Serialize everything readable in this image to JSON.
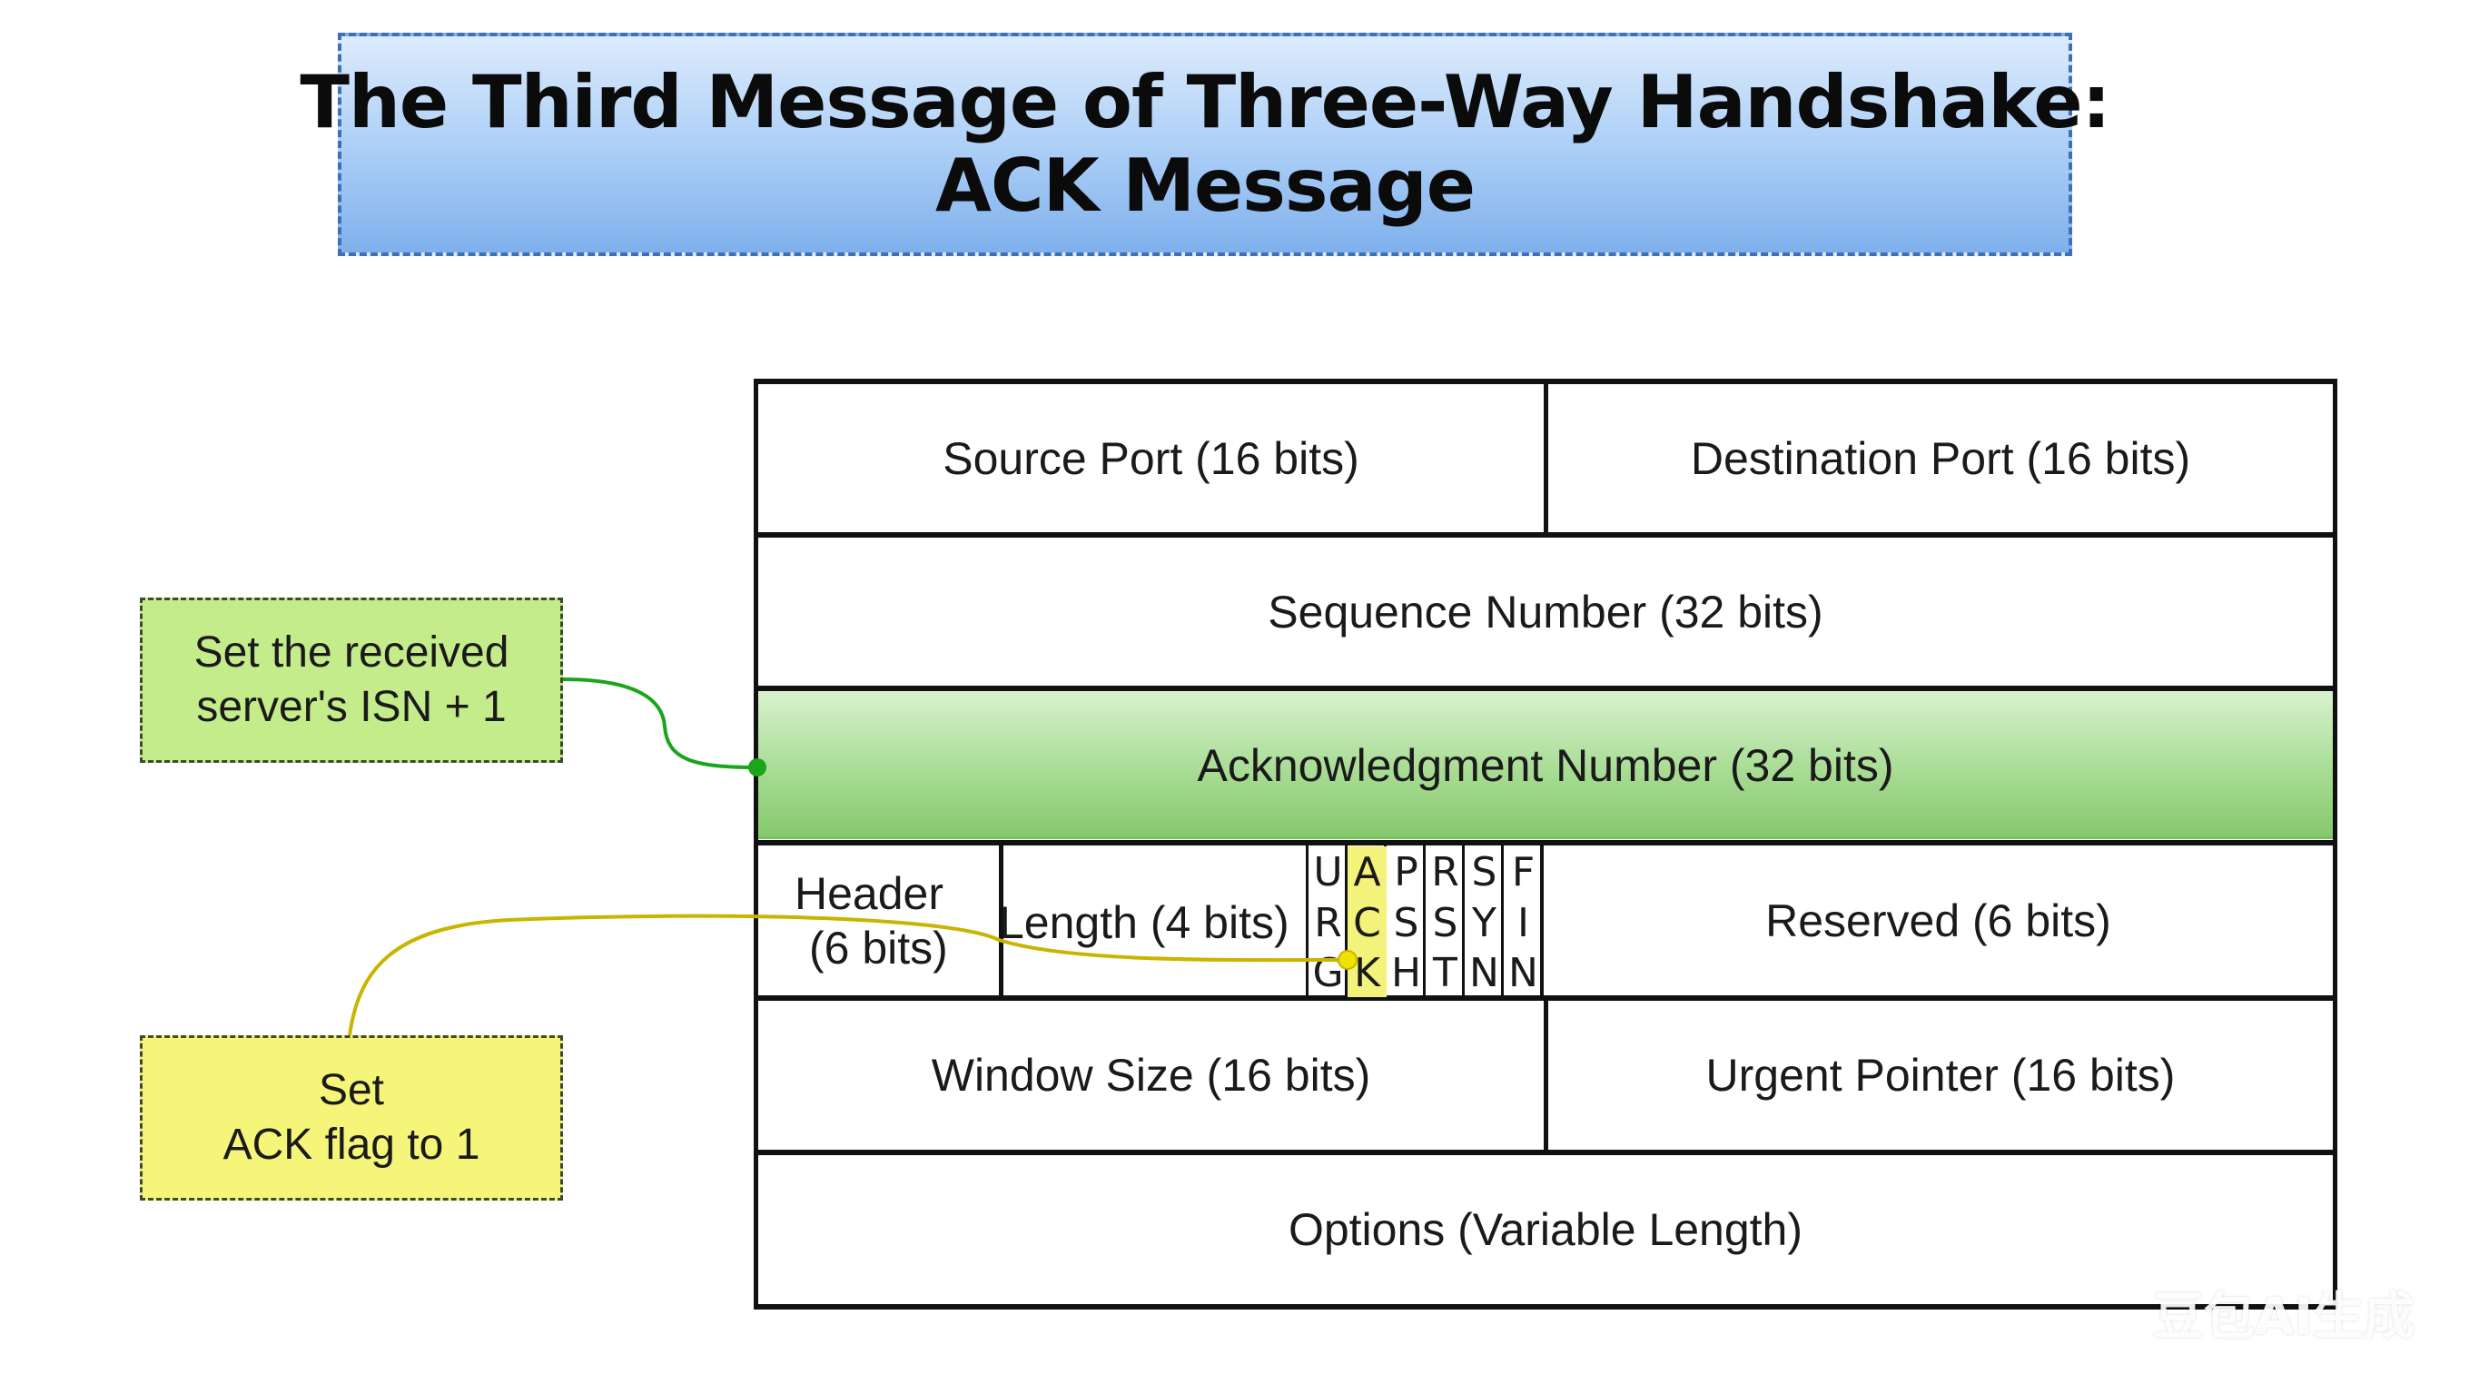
{
  "title": {
    "line1": "The Third Message of Three-Way Handshake:",
    "line2": "ACK Message"
  },
  "header_fields": {
    "source_port": "Source Port (16 bits)",
    "destination_port": "Destination Port (16 bits)",
    "sequence_number": "Sequence Number (32 bits)",
    "acknowledgment_number": "Acknowledgment Number (32 bits)",
    "header_line1": "Header",
    "header_line2": "(6 bits)",
    "length": "Length (4 bits)",
    "reserved": "Reserved (6 bits)",
    "window_size": "Window Size (16 bits)",
    "urgent_pointer": "Urgent Pointer (16 bits)",
    "options": "Options (Variable Length)"
  },
  "flags": [
    {
      "letters": [
        "U",
        "R",
        "G"
      ],
      "highlighted": false
    },
    {
      "letters": [
        "A",
        "C",
        "K"
      ],
      "highlighted": true
    },
    {
      "letters": [
        "P",
        "S",
        "H"
      ],
      "highlighted": false
    },
    {
      "letters": [
        "R",
        "S",
        "T"
      ],
      "highlighted": false
    },
    {
      "letters": [
        "S",
        "Y",
        "N"
      ],
      "highlighted": false
    },
    {
      "letters": [
        "F",
        "I",
        "N"
      ],
      "highlighted": false
    }
  ],
  "notes": {
    "isn_line1": "Set the received",
    "isn_line2": "server's ISN + 1",
    "ack_line1": "Set",
    "ack_line2": "ACK flag to 1"
  },
  "watermark": "豆包AI生成",
  "colors": {
    "ack_row": "#a8dc94",
    "ack_flag": "#f3f27a",
    "note_isn": "#c5ec8a",
    "note_ack": "#f5f57a",
    "connector_green": "#1aa51a",
    "connector_yellow": "#c9b400"
  }
}
